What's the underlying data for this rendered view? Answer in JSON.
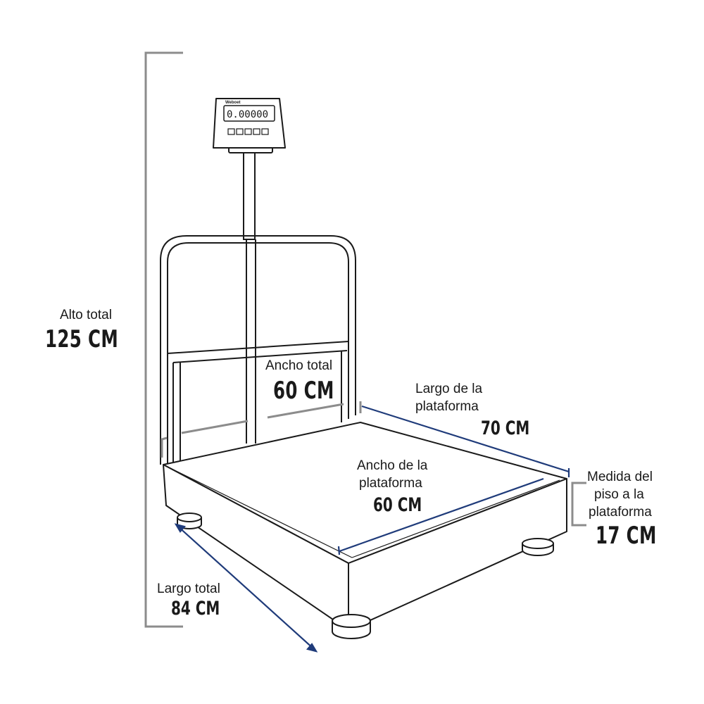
{
  "colors": {
    "outline": "#1a1a1a",
    "dimension_gray": "#8c8c8c",
    "dimension_blue": "#1f3b7a",
    "background": "#ffffff"
  },
  "indicator": {
    "brand": "Weboet",
    "display_value": "0.00000"
  },
  "labels": {
    "alto_total": {
      "caption": "Alto total",
      "value": "125 CM"
    },
    "ancho_total": {
      "caption": "Ancho total",
      "value": "60 CM"
    },
    "largo_plataforma": {
      "caption_line1": "Largo de la",
      "caption_line2": "plataforma",
      "value": "70 CM"
    },
    "ancho_plataforma": {
      "caption_line1": "Ancho de la",
      "caption_line2": "plataforma",
      "value": "60 CM"
    },
    "medida_piso": {
      "caption_line1": "Medida del",
      "caption_line2": "piso a la",
      "caption_line3": "plataforma",
      "value": "17 CM"
    },
    "largo_total": {
      "caption": "Largo total",
      "value": "84 CM"
    }
  }
}
